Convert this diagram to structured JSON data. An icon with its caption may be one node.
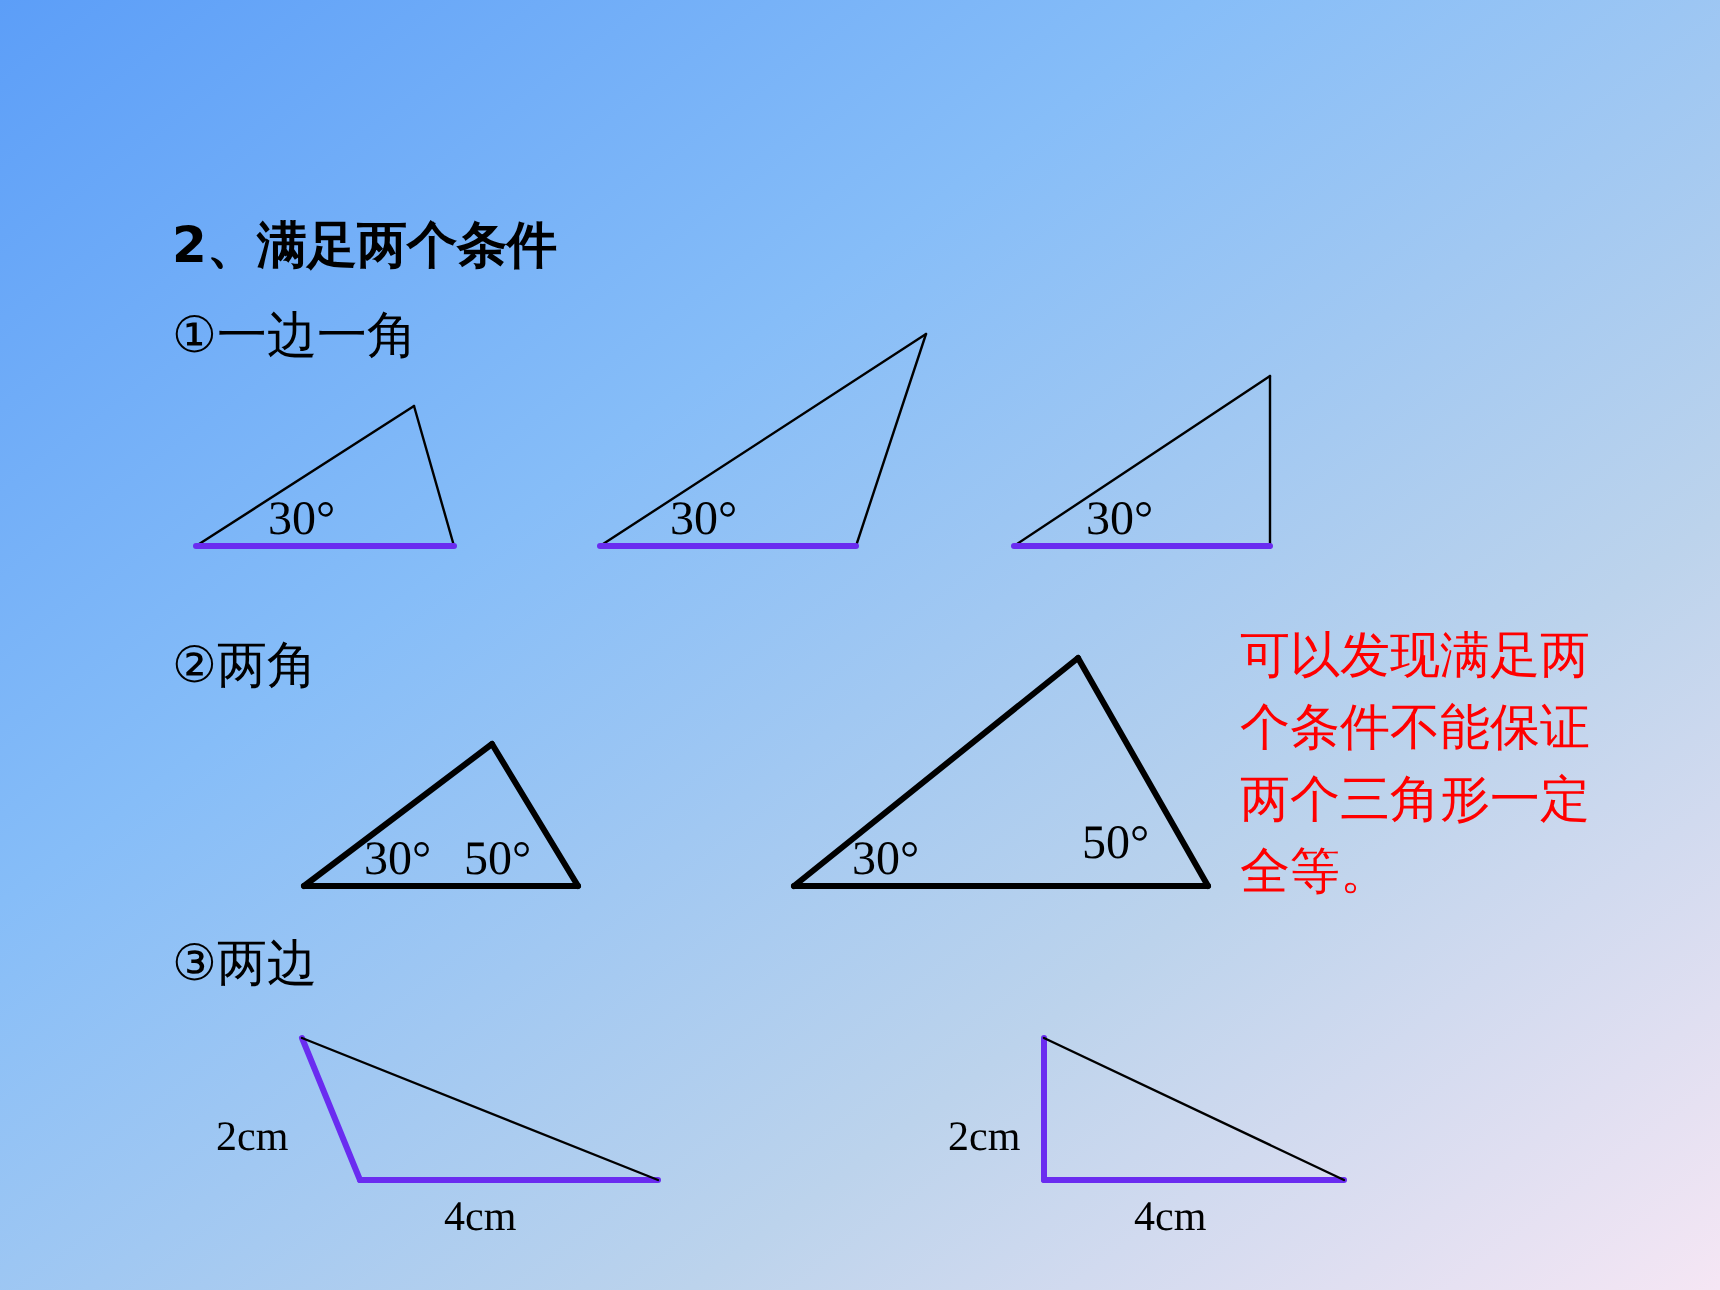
{
  "diagram": {
    "title": "2、满足两个条件",
    "nodes": [
      {
        "text": [
          "30°"
        ]
      },
      {
        "text": [
          "30°"
        ]
      },
      {
        "text": [
          "30°"
        ]
      },
      {
        "text": [
          "30°",
          "50°"
        ]
      },
      {
        "text": [
          "30°",
          "50°"
        ]
      },
      {
        "text": [],
        "shape": "triangle",
        "beside": [
          "2cm",
          "4cm"
        ]
      },
      {
        "text": [],
        "shape": "triangle",
        "beside": [
          "2cm",
          "4cm"
        ]
      }
    ],
    "labels": [
      "①一边一角",
      "②两角",
      "③两边",
      "可以发现满足两个条件不能保证两个三角形一定全等。"
    ]
  }
}
